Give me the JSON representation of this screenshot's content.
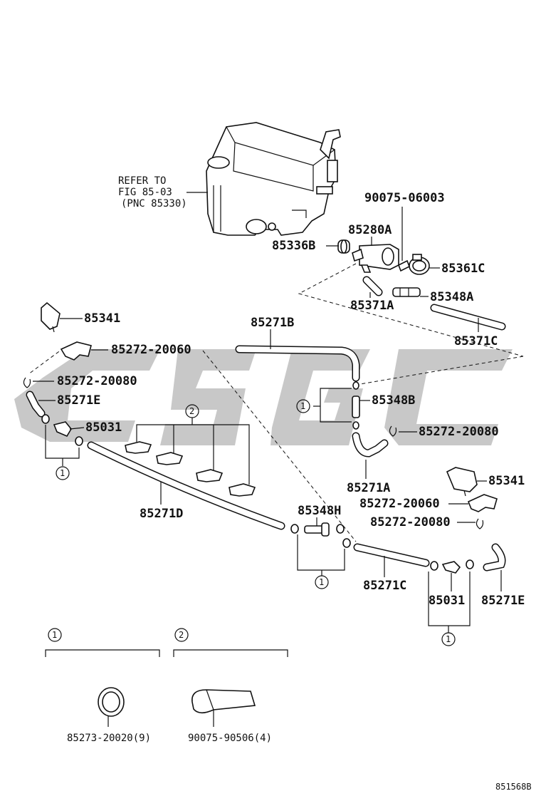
{
  "diagram": {
    "tank_note": {
      "line1": "REFER TO",
      "line2": "FIG 85-03",
      "line3": "(PNC 85330)"
    },
    "labels": {
      "p90075_06003": "90075-06003",
      "p85280A": "85280A",
      "p85336B": "85336B",
      "p85361C": "85361C",
      "p85348A": "85348A",
      "p85371A": "85371A",
      "p85371C": "85371C",
      "p85341_left": "85341",
      "p85271B": "85271B",
      "p85272_20060_left": "85272-20060",
      "p85272_20080_left": "85272-20080",
      "p85271E_left": "85271E",
      "p85031_left": "85031",
      "p85348B": "85348B",
      "p85272_20080_right": "85272-20080",
      "p85271A": "85271A",
      "p85341_right": "85341",
      "p85272_20060_right": "85272-20060",
      "p85272_20080_right2": "85272-20080",
      "p85271D": "85271D",
      "p85348H": "85348H",
      "p85271C": "85271C",
      "p85031_right": "85031",
      "p85271E_right": "85271E"
    },
    "callouts": {
      "one": "1",
      "two": "2"
    },
    "legend": {
      "one": {
        "num": "1",
        "part": "85273-20020(9)"
      },
      "two": {
        "num": "2",
        "part": "90075-90506(4)"
      }
    },
    "figure_id": "851568B"
  }
}
